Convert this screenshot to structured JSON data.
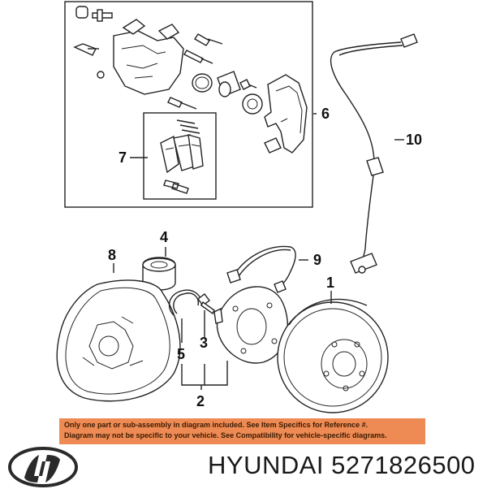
{
  "callouts": {
    "c1": "1",
    "c2": "2",
    "c3": "3",
    "c4": "4",
    "c5": "5",
    "c6": "6",
    "c7": "7",
    "c8": "8",
    "c9": "9",
    "c10": "10"
  },
  "disclaimer": {
    "line1": "Only one part or sub-assembly in diagram included. See Item Specifics for Reference #.",
    "line2": "Diagram may not be specific to your vehicle. See Compatibility for vehicle-specific diagrams."
  },
  "brand": {
    "name": "HYUNDAI",
    "part_number": "5271826500",
    "logo": "hyundai-logo-icon"
  },
  "colors": {
    "disclaimer_bg": "#ee8b55",
    "line": "#222222"
  }
}
